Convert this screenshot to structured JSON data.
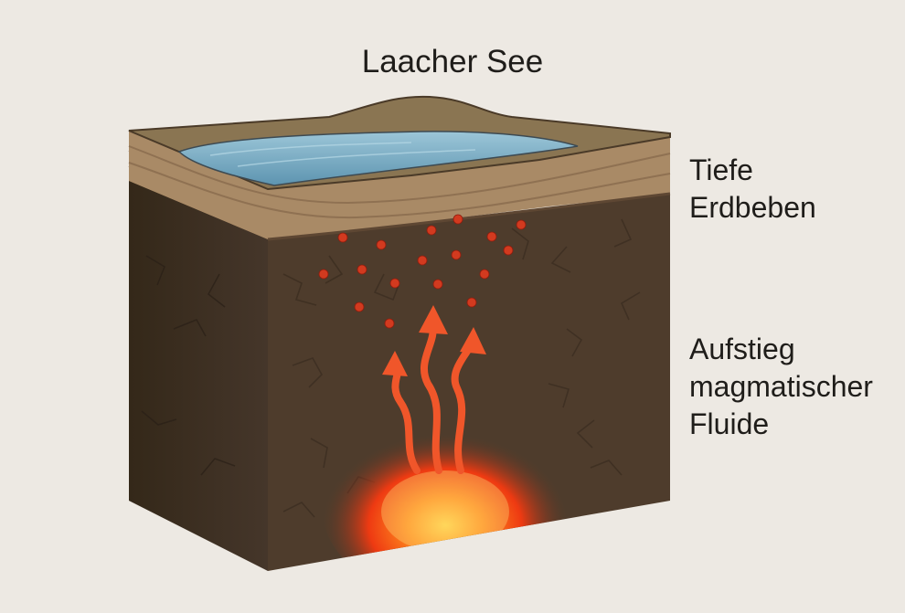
{
  "title": "Laacher See",
  "labels": {
    "earthquakes": [
      "Tiefe",
      "Erdbeben"
    ],
    "fluids": [
      "Aufstieg",
      "magmatischer",
      "Fluide"
    ]
  },
  "colors": {
    "background": "#ede9e3",
    "water": "#7fb3cc",
    "topsoil": "#a98a66",
    "rock_front": "#4e3c2c",
    "rock_side": "#3d2f23",
    "quake_dots": "#d23a1f",
    "magma": "#ff5a1a",
    "arrows": "#f0562a"
  },
  "icons": [
    "earthquake-dot-icon",
    "fluid-arrow-icon"
  ]
}
